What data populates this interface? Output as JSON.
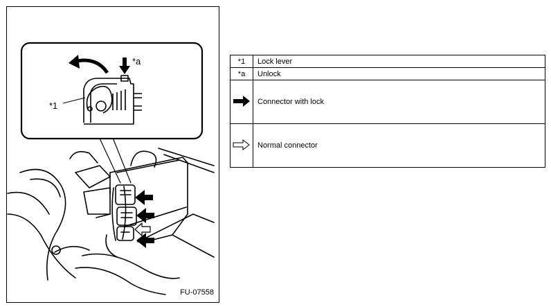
{
  "figure": {
    "code": "FU-07558",
    "callouts": {
      "lever": "*1",
      "unlock": "*a"
    }
  },
  "legend": {
    "rows": [
      {
        "key": "*1",
        "text": "Lock lever"
      },
      {
        "key": "*a",
        "text": "Unlock"
      },
      {
        "key_icon": "filled-arrow-icon",
        "text": "Connector with lock"
      },
      {
        "key_icon": "outline-arrow-icon",
        "text": "Normal connector"
      }
    ]
  }
}
